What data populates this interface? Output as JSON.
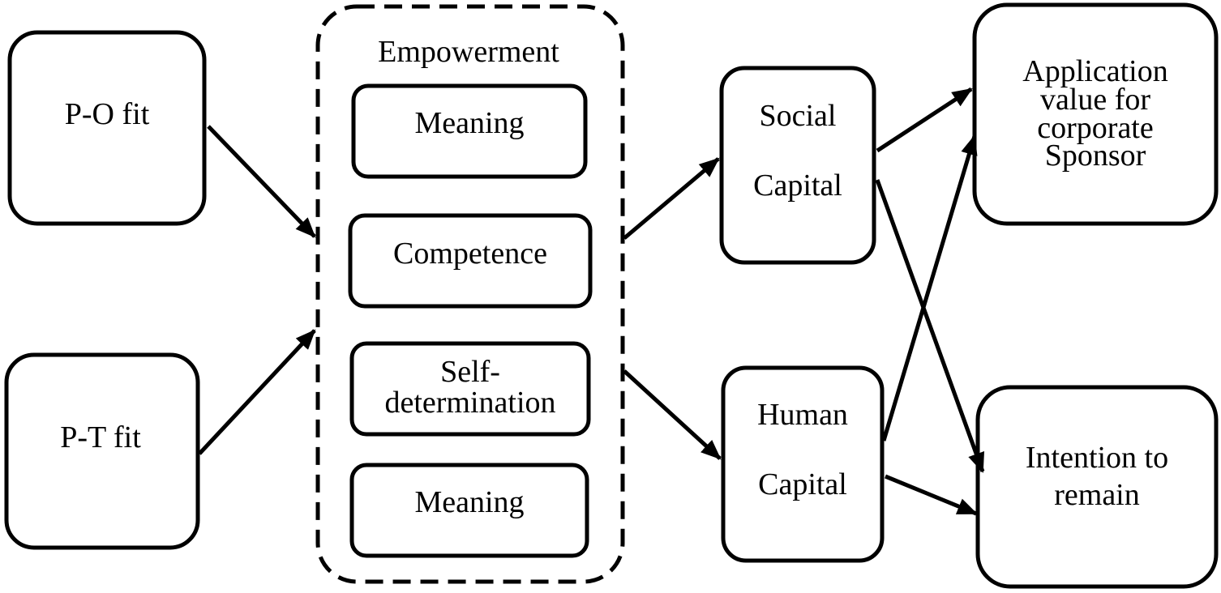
{
  "diagram": {
    "nodes": {
      "po_fit": {
        "label": "P-O fit"
      },
      "pt_fit": {
        "label": "P-T fit"
      },
      "empowerment": {
        "title": "Empowerment",
        "meaning_top": "Meaning",
        "competence": "Competence",
        "self_determination_1": "Self-",
        "self_determination_2": "determination",
        "meaning_bottom": "Meaning"
      },
      "social_capital": {
        "line1": "Social",
        "line2": "Capital"
      },
      "human_capital": {
        "line1": "Human",
        "line2": "Capital"
      },
      "application_value": {
        "line1": "Application",
        "line2": "value for",
        "line3": "corporate",
        "line4": "Sponsor"
      },
      "intention_remain": {
        "line1": "Intention to",
        "line2": "remain"
      }
    },
    "edges": [
      {
        "from": "P-O fit",
        "to": "Empowerment"
      },
      {
        "from": "P-T fit",
        "to": "Empowerment"
      },
      {
        "from": "Empowerment",
        "to": "Social Capital"
      },
      {
        "from": "Empowerment",
        "to": "Human Capital"
      },
      {
        "from": "Social Capital",
        "to": "Application value for corporate Sponsor"
      },
      {
        "from": "Social Capital",
        "to": "Intention to remain"
      },
      {
        "from": "Human Capital",
        "to": "Application value for corporate Sponsor"
      },
      {
        "from": "Human Capital",
        "to": "Intention to remain"
      }
    ]
  }
}
